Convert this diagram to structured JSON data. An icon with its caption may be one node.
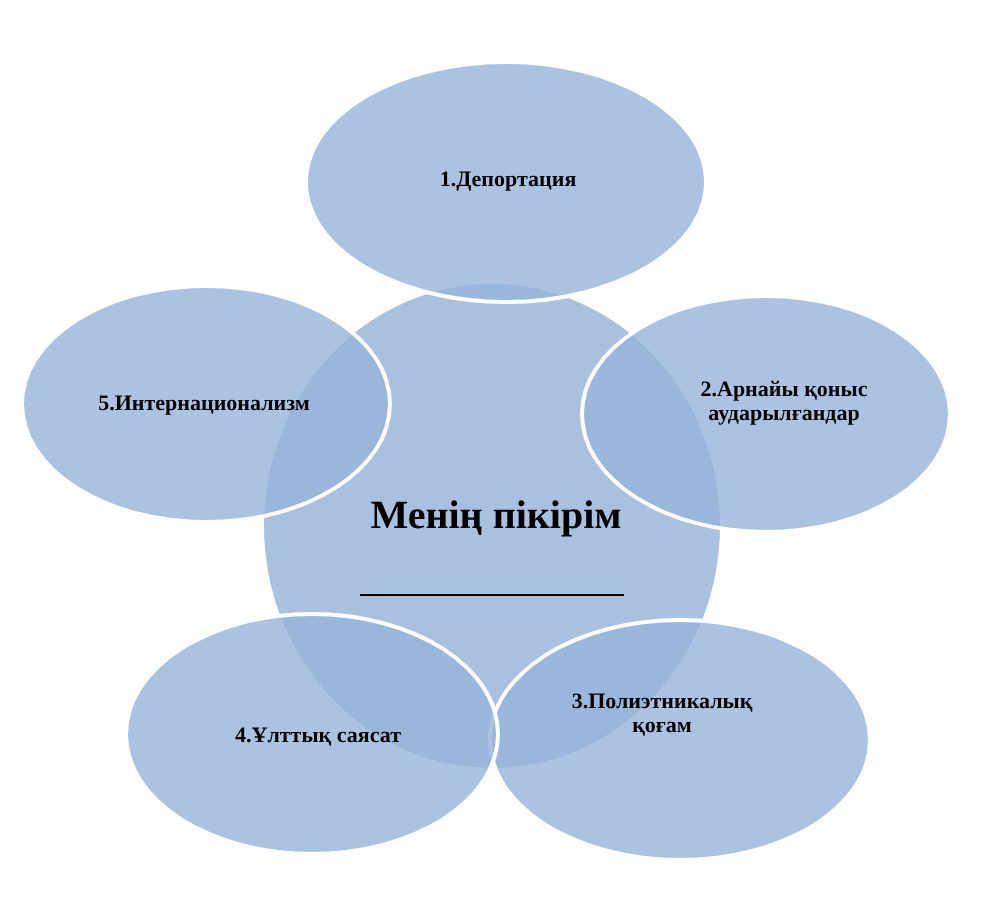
{
  "diagram": {
    "nodes": [
      {
        "text": [
          "Менің пікірім"
        ]
      },
      {
        "text": [
          "1.Депортация"
        ]
      },
      {
        "text": [
          "2.Арнайы қоныс аударылғандар"
        ]
      },
      {
        "text": [
          "3.Полиэтникалық қоғам"
        ]
      },
      {
        "text": [
          "4.Ұлттық саясат"
        ]
      },
      {
        "text": [
          "5.Интернационализм"
        ]
      }
    ],
    "edges": []
  }
}
